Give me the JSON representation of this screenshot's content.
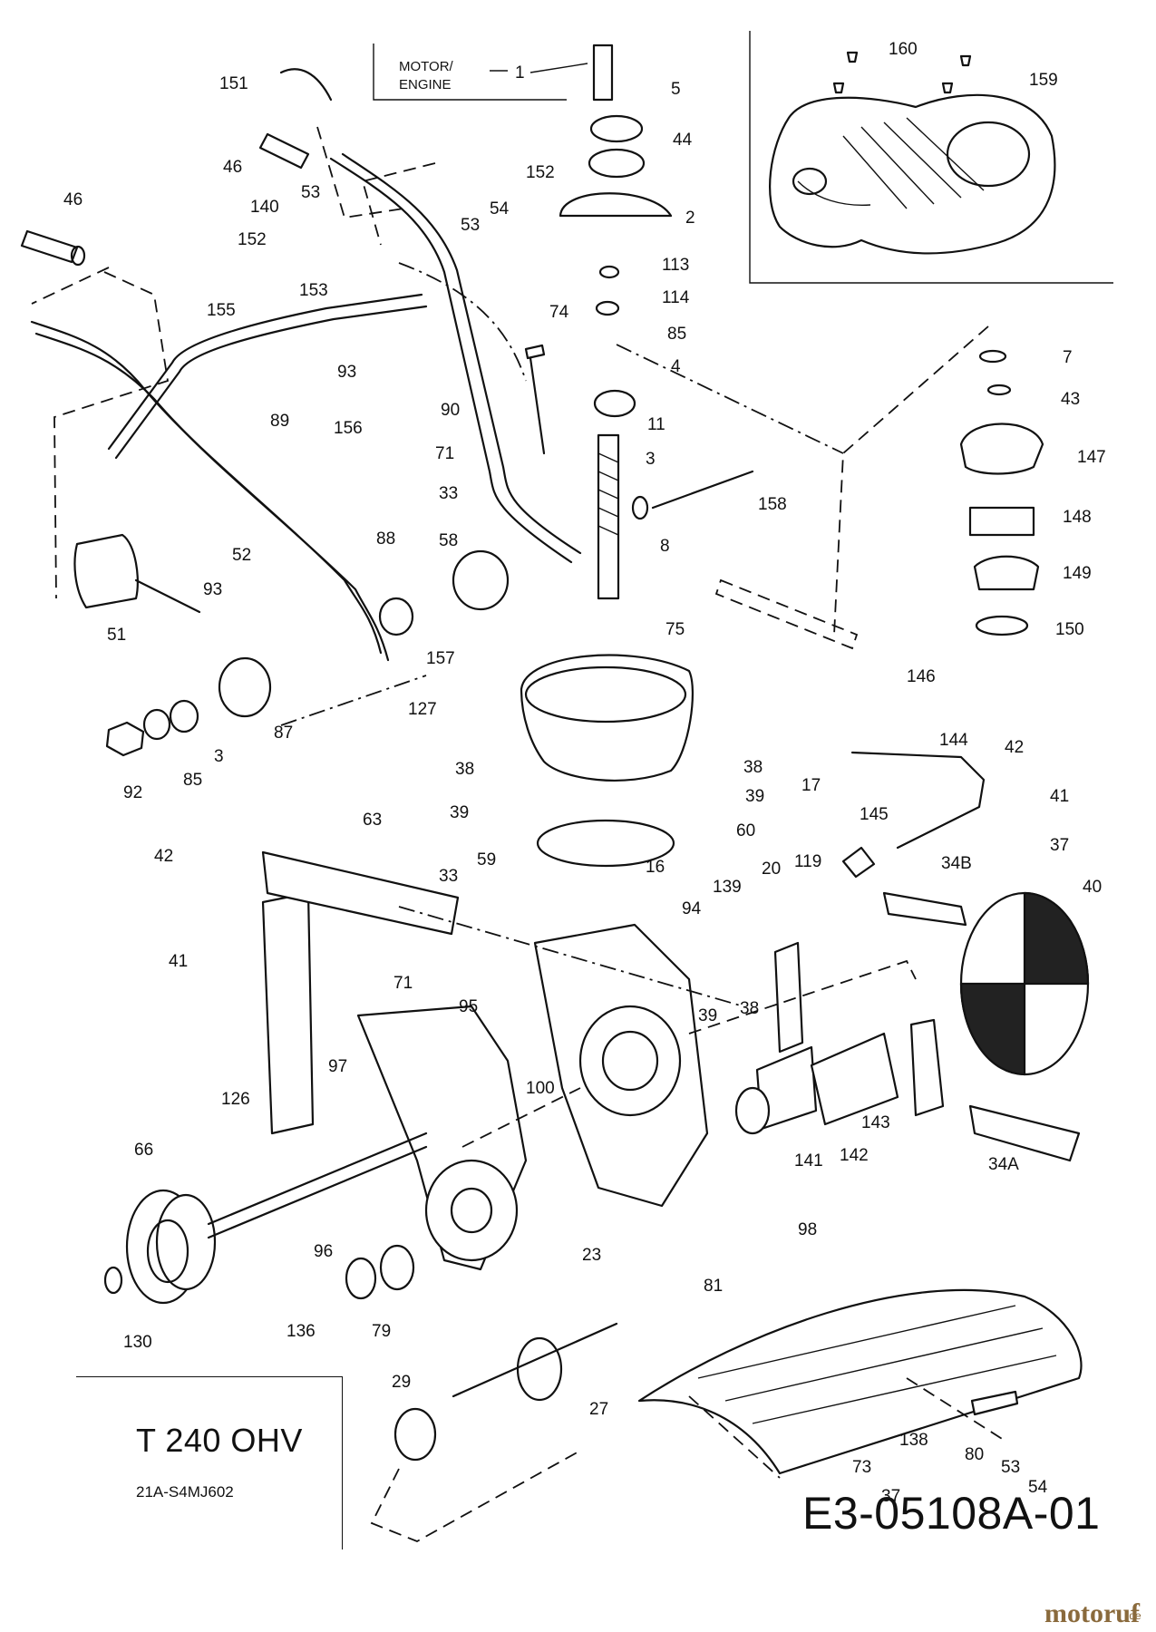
{
  "header_note": {
    "line1": "MOTOR/",
    "line2": "ENGINE"
  },
  "title_block": {
    "model": "T 240 OHV",
    "code": "21A-S4MJ602"
  },
  "drawing_number": "E3-05108A-01",
  "brand": {
    "name": "motoruf",
    "suffix": ".de",
    "color": "#8a6a3c"
  },
  "callouts": {
    "c1": "1",
    "c5": "5",
    "c44": "44",
    "c2": "2",
    "c113": "113",
    "c114": "114",
    "c85a": "85",
    "c4": "4",
    "c11": "11",
    "c3a": "3",
    "c158": "158",
    "c8": "8",
    "c160": "160",
    "c159": "159",
    "c7": "7",
    "c43": "43",
    "c147": "147",
    "c148": "148",
    "c149": "149",
    "c150": "150",
    "c151": "151",
    "c46a": "46",
    "c46b": "46",
    "c152a": "152",
    "c53a": "53",
    "c54a": "54",
    "c53b": "53",
    "c140": "140",
    "c152b": "152",
    "c153": "153",
    "c155": "155",
    "c74": "74",
    "c93a": "93",
    "c156": "156",
    "c89": "89",
    "c90": "90",
    "c71a": "71",
    "c33a": "33",
    "c58": "58",
    "c88": "88",
    "c157": "157",
    "c52": "52",
    "c93b": "93",
    "c51": "51",
    "c87": "87",
    "c92": "92",
    "c85b": "85",
    "c3b": "3",
    "c75": "75",
    "c127": "127",
    "c146": "146",
    "c144": "144",
    "c42a": "42",
    "c41a": "41",
    "c38a": "38",
    "c39a": "39",
    "c38b": "38",
    "c39b": "39",
    "c17": "17",
    "c60": "60",
    "c145": "145",
    "c37a": "37",
    "c63": "63",
    "c59": "59",
    "c16": "16",
    "c33b": "33",
    "c42b": "42",
    "c41b": "41",
    "c20": "20",
    "c119": "119",
    "c139": "139",
    "c94": "94",
    "c34b": "34B",
    "c40": "40",
    "c71b": "71",
    "c95": "95",
    "c39c": "39",
    "c38c": "38",
    "c97": "97",
    "c100": "100",
    "c126": "126",
    "c66": "66",
    "c141": "141",
    "c142": "142",
    "c143": "143",
    "c34a": "34A",
    "c98": "98",
    "c96": "96",
    "c23": "23",
    "c130": "130",
    "c136": "136",
    "c79": "79",
    "c81": "81",
    "c29": "29",
    "c27": "27",
    "c138": "138",
    "c80": "80",
    "c73": "73",
    "c53c": "53",
    "c54b": "54",
    "c37b": "37"
  }
}
